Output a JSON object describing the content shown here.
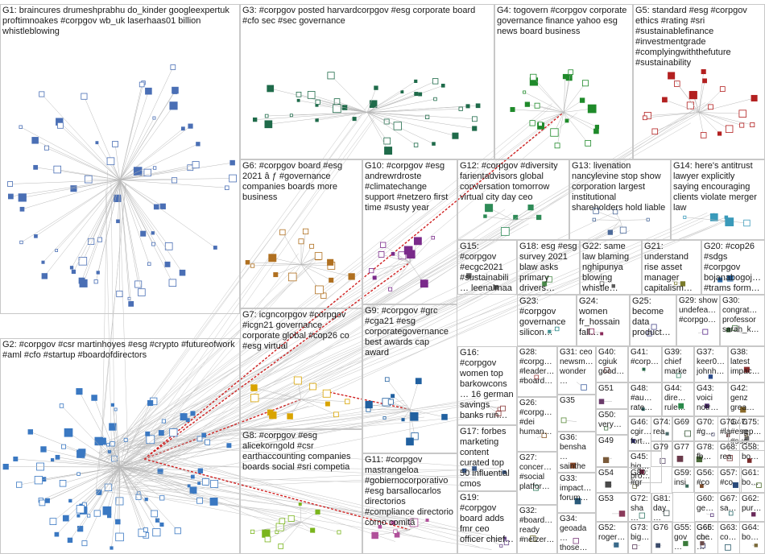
{
  "groups": [
    {
      "id": "G1",
      "text": "G1: braincures drumeshprabhu do_kinder googleexpertuk proftimnoakes #corpgov wb_uk laserhaas01 billion whistleblowing"
    },
    {
      "id": "G2",
      "text": "G2: #corpgov #csr martinhoyes #esg #crypto #futureofwork #aml #cfo #startup #boardofdirectors"
    },
    {
      "id": "G3",
      "text": "G3: #corpgov posted harvardcorpgov #esg corporate board #cfo sec #sec governance"
    },
    {
      "id": "G4",
      "text": "G4: togovern #corpgov corporate governance finance yahoo esg news board business"
    },
    {
      "id": "G5",
      "text": "G5: standard #esg #corpgov ethics #rating #sri #sustainablefinance #investmentgrade #complyingwiththefuture #sustainability"
    },
    {
      "id": "G6",
      "text": "G6: #corpgov board #esg 2021 â ƒ #governance companies boards more business"
    },
    {
      "id": "G7",
      "text": "G7: icgncorpgov #corpgov #icgn21 governance corporate global #cop26 co #esg virtual"
    },
    {
      "id": "G8",
      "text": "G8: #corpgov #esg alicekorngold #csr earthaccounting companies boards social #sri competia"
    },
    {
      "id": "G9",
      "text": "G9: #corpgov #grc #cga21 #esg corporategovernance best awards cap award"
    },
    {
      "id": "G10",
      "text": "G10: #corpgov #esg andrewrdroste #climatechange support #netzero first time #susty year"
    },
    {
      "id": "G11",
      "text": "G11: #corpgov mastrangeloa #gobiernocorporativo #esg barsallocarlos directorios #compliance directorio como comitã"
    },
    {
      "id": "G12",
      "text": "G12: #corpgov #diversity farientadvisors global conversation tomorrow virtual city day ceo"
    },
    {
      "id": "G13",
      "text": "G13: livenation nancylevine stop show corporation largest institutional shareholders hold liable"
    },
    {
      "id": "G14",
      "text": "G14: here's antitrust lawyer explicitly saying encouraging clients violate merger law"
    },
    {
      "id": "G15",
      "text": "G15: #corpgov #ecgc2021 #sustainabili… leenalmaa sustainable already lilianacaraca shareholder…"
    },
    {
      "id": "G16",
      "text": "G16: #corpgov women top barkowcons… 16 german savings banks run…"
    },
    {
      "id": "G17",
      "text": "G17: forbes marketing content curated top 50 influential cmos social…"
    },
    {
      "id": "G18",
      "text": "G18: esg #esg survey 2021 blaw asks primary drivers…"
    },
    {
      "id": "G19",
      "text": "G19: #corpgov board adds fmr ceo officer chief…"
    },
    {
      "id": "G20",
      "text": "G20: #cop26 #sdgs #corpgov bojanabogoj… #trams form…"
    },
    {
      "id": "G21",
      "text": "G21: understand rise asset manager capitalism…"
    },
    {
      "id": "G22",
      "text": "G22: same law blaming nghipunya blowing whistle…"
    },
    {
      "id": "G23",
      "text": "G23: #corpgov governance silicon…"
    },
    {
      "id": "G24",
      "text": "G24: women fr_hossain fall…"
    },
    {
      "id": "G25",
      "text": "G25: become data product…"
    },
    {
      "id": "G26",
      "text": "G26: #corpg… #dei human…"
    },
    {
      "id": "G27",
      "text": "G27: concer… #social platfor…"
    },
    {
      "id": "G28",
      "text": "G28: #corpg… #leader… #board…"
    },
    {
      "id": "G29",
      "text": "G29: show undefea… #corpgo…"
    },
    {
      "id": "G30",
      "text": "G30: congrat… professor sarah_k…"
    },
    {
      "id": "G31",
      "text": "G31: ceo newsm… wonder…"
    },
    {
      "id": "G32",
      "text": "G32: #board… ready #netzer…"
    },
    {
      "id": "G33",
      "text": "G33: impact… forum…"
    },
    {
      "id": "G34",
      "text": "G34: geoada… those…"
    },
    {
      "id": "G35",
      "text": "G35"
    },
    {
      "id": "G36",
      "text": "G36: bensha… sainthe…"
    },
    {
      "id": "G37",
      "text": "G37: keer0… johnh…"
    },
    {
      "id": "G38",
      "text": "G38: latest impac…"
    },
    {
      "id": "G39",
      "text": "G39: chief marke…"
    },
    {
      "id": "G40",
      "text": "G40: cgiuk good…"
    },
    {
      "id": "G41",
      "text": "G41: #corp…"
    },
    {
      "id": "G42",
      "text": "G42: genz grea…"
    },
    {
      "id": "G43",
      "text": "G43: voici notr…"
    },
    {
      "id": "G44",
      "text": "G44: dire… rule…"
    },
    {
      "id": "G45",
      "text": "G45: hig… pro…"
    },
    {
      "id": "G46",
      "text": "G46: cgir… fort…"
    },
    {
      "id": "G47",
      "text": "G47: #esg #sus…"
    },
    {
      "id": "G48",
      "text": "G48: #au… rate…"
    },
    {
      "id": "G49",
      "text": "G49"
    },
    {
      "id": "G50",
      "text": "G50: very…"
    },
    {
      "id": "G51",
      "text": "G51"
    },
    {
      "id": "G52",
      "text": "G52: roger…"
    },
    {
      "id": "G53",
      "text": "G53"
    },
    {
      "id": "G54",
      "text": "G54"
    },
    {
      "id": "G55",
      "text": "G55: gov…"
    },
    {
      "id": "G56",
      "text": "G56: #co…"
    },
    {
      "id": "G57",
      "text": "G57: #co…"
    },
    {
      "id": "G58",
      "text": "G58: bo…"
    },
    {
      "id": "G59",
      "text": "G59: insi…"
    },
    {
      "id": "G60",
      "text": "G60: ge…"
    },
    {
      "id": "G61",
      "text": "G61: bo…"
    },
    {
      "id": "G62",
      "text": "G62: pur…"
    },
    {
      "id": "G63",
      "text": "G63: co…"
    },
    {
      "id": "G64",
      "text": "G64: bo…"
    },
    {
      "id": "G65",
      "text": "G65: che…"
    },
    {
      "id": "G66",
      "text": "G66: co…"
    },
    {
      "id": "G67",
      "text": "G67: sa…"
    },
    {
      "id": "G68",
      "text": "G68: rea…"
    },
    {
      "id": "G69",
      "text": "G69"
    },
    {
      "id": "G70",
      "text": "G70: #g…"
    },
    {
      "id": "G71",
      "text": "G71: #la…"
    },
    {
      "id": "G72",
      "text": "G72: sha…"
    },
    {
      "id": "G73",
      "text": "G73: big…"
    },
    {
      "id": "G74",
      "text": "G74: rea…"
    },
    {
      "id": "G75",
      "text": "G75: rep…"
    },
    {
      "id": "G76",
      "text": "G76"
    },
    {
      "id": "G77",
      "text": "G77"
    },
    {
      "id": "G78",
      "text": "G78: fb…"
    },
    {
      "id": "G79",
      "text": "G79"
    },
    {
      "id": "G80",
      "text": "G80: #gr…"
    },
    {
      "id": "G81",
      "text": "G81: day…"
    }
  ]
}
